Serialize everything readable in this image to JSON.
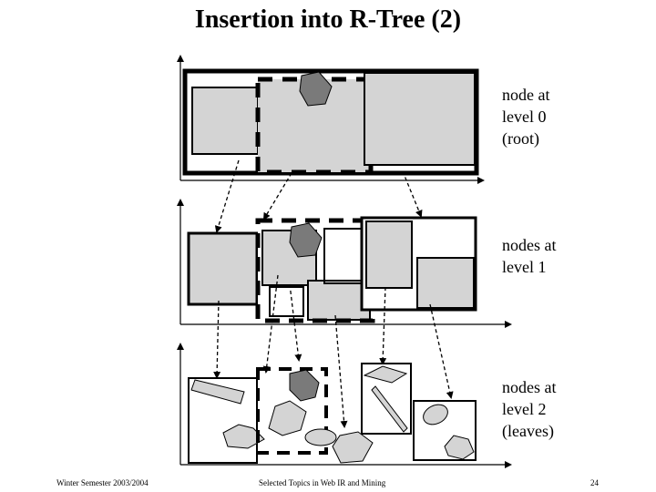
{
  "slide": {
    "title": "Insertion into R-Tree (2)"
  },
  "levels": [
    {
      "lines": [
        "node at",
        "level 0",
        "(root)"
      ]
    },
    {
      "lines": [
        "nodes at",
        "level 1"
      ]
    },
    {
      "lines": [
        "nodes at",
        "level 2",
        "(leaves)"
      ]
    }
  ],
  "footer": {
    "left": "Winter Semester 2003/2004",
    "center": "Selected Topics in Web IR and Mining",
    "page": "24"
  },
  "colors": {
    "fill_gray": "#d4d4d4",
    "highlight_gray": "#7a7a7a",
    "stroke": "#000000",
    "background": "#ffffff"
  },
  "icons": {
    "new_object": "gray-hexagon-shape",
    "arrows": "dashed-pointer-arrows"
  }
}
